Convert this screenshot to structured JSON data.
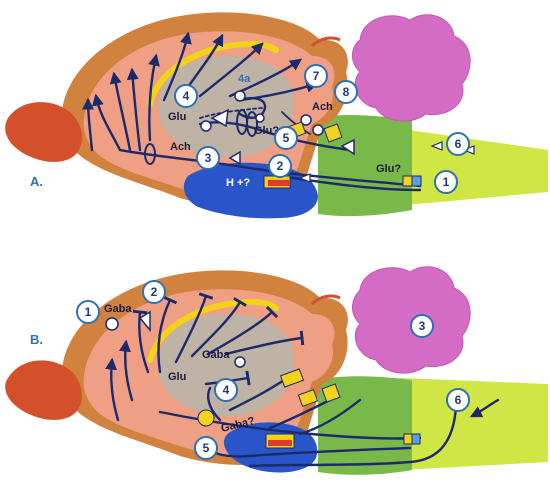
{
  "panels": [
    {
      "id": "A",
      "label": "A.",
      "markers": [
        "1",
        "2",
        "3",
        "4",
        "4a",
        "5",
        "6",
        "7",
        "8"
      ],
      "texts": [
        "Glu",
        "Glu?",
        "Ach",
        "Ach",
        "H +?",
        "Glu?"
      ]
    },
    {
      "id": "B",
      "label": "B.",
      "markers": [
        "1",
        "2",
        "3",
        "4",
        "5",
        "6"
      ],
      "texts": [
        "Gaba",
        "Gaba",
        "Glu",
        "Gaba?"
      ]
    }
  ],
  "colors": {
    "cortex_outer": "#d2823f",
    "cortex": "#ef9f84",
    "olfactory": "#d4502a",
    "thalamus": "#bfb3a6",
    "callosum": "#f2d21a",
    "hypothalamus": "#2a55c8",
    "brainstem": "#79b94a",
    "spinal": "#cfe645",
    "cerebellum": "#d46bc4",
    "tract": "#1c2a6b",
    "marker_stroke": "#2f6fb3"
  }
}
